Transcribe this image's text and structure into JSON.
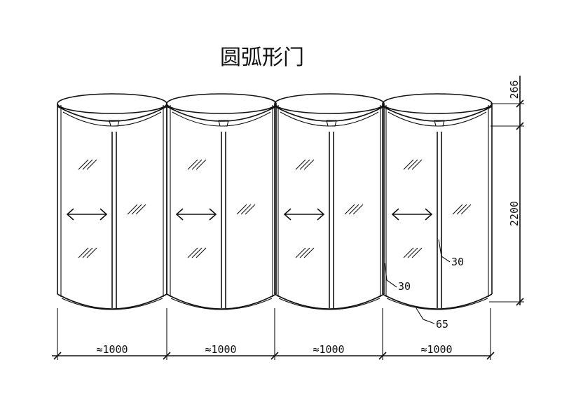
{
  "title": "圆弧形门",
  "door_count": 4,
  "width_labels": [
    "≈1000",
    "≈1000",
    "≈1000",
    "≈1000"
  ],
  "height_dims": {
    "top": "266",
    "main": "2200"
  },
  "annotations": {
    "gap_left": "30",
    "gap_right": "30",
    "bottom": "65"
  },
  "icons": {
    "arrow": "double-arrow-icon",
    "glass": "glass-hatch-icon"
  }
}
